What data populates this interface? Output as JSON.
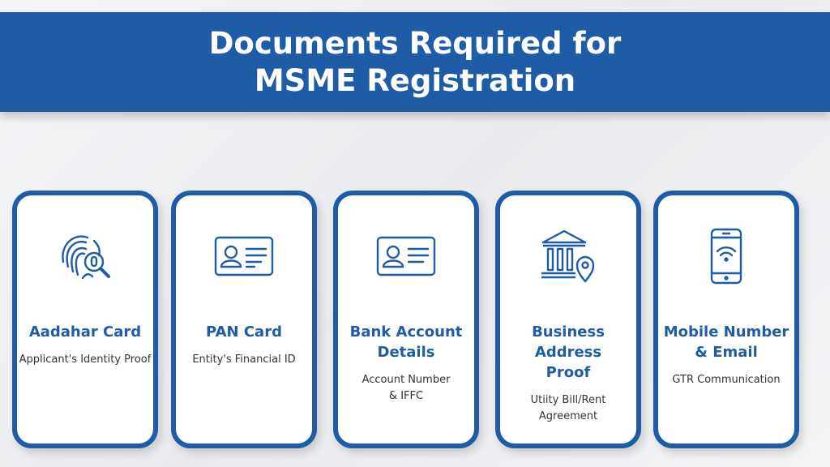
{
  "header": {
    "title_line1": "Documents Required for",
    "title_line2": "MSME Registration"
  },
  "cards": [
    {
      "icon": "fingerprint-search-icon",
      "title": "Aadahar Card",
      "desc": "Applicant's Identity Proof"
    },
    {
      "icon": "id-card-icon",
      "title": "PAN Card",
      "desc": "Entity's Financial ID"
    },
    {
      "icon": "id-card-icon",
      "title": "Bank Account Details",
      "desc_line1": "Account Number",
      "desc_line2": "& IFFC"
    },
    {
      "icon": "bank-location-icon",
      "title_line1": "Business Address",
      "title_line2": "Proof",
      "desc_line1": "Utiity Bill/Rent",
      "desc_line2": "Agreement"
    },
    {
      "icon": "smartphone-wifi-icon",
      "title_line1": "Mobile Number",
      "title_line2": "& Email",
      "desc": "GTR Communication"
    }
  ],
  "colors": {
    "brand": "#1e5ca6"
  }
}
